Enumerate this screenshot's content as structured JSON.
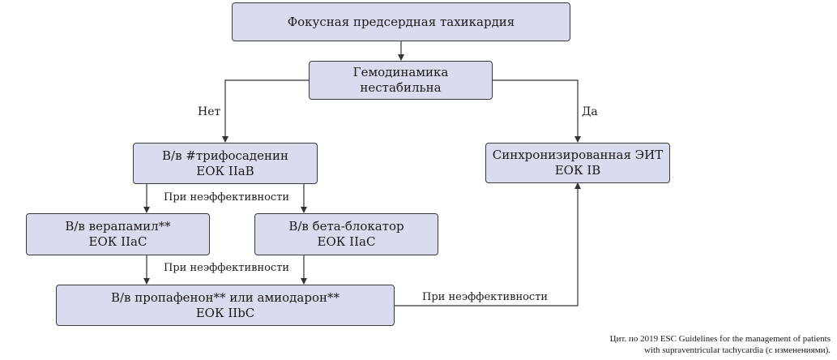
{
  "nodes": {
    "start": {
      "line1": "Фокусная предсердная тахикардия"
    },
    "hemo": {
      "line1": "Гемодинамика",
      "line2": "нестабильна"
    },
    "trifos": {
      "line1": "В/в #трифосаденин",
      "line2": "ЕОК IIaB"
    },
    "eit": {
      "line1": "Синхронизированная ЭИТ",
      "line2": "ЕОК IB"
    },
    "verap": {
      "line1": "В/в верапамил**",
      "line2": "ЕОК IIaC"
    },
    "beta": {
      "line1": "В/в бета-блокатор",
      "line2": "ЕОК IIaC"
    },
    "propaf": {
      "line1": "В/в пропафенон** или амиодарон**",
      "line2": "ЕОК IIbC"
    }
  },
  "edge_labels": {
    "no": "Нет",
    "yes": "Да",
    "ineff1": "При неэффективности",
    "ineff2": "При неэффективности",
    "ineff3": "При неэффективности"
  },
  "credit": {
    "line1": "Цит. по 2019 ESC Guidelines for the management of patients",
    "line2": "with supraventricular tachycardia (с изменениями)."
  },
  "colors": {
    "box_fill": "#d9dbef",
    "stroke": "#3a3a3a"
  }
}
